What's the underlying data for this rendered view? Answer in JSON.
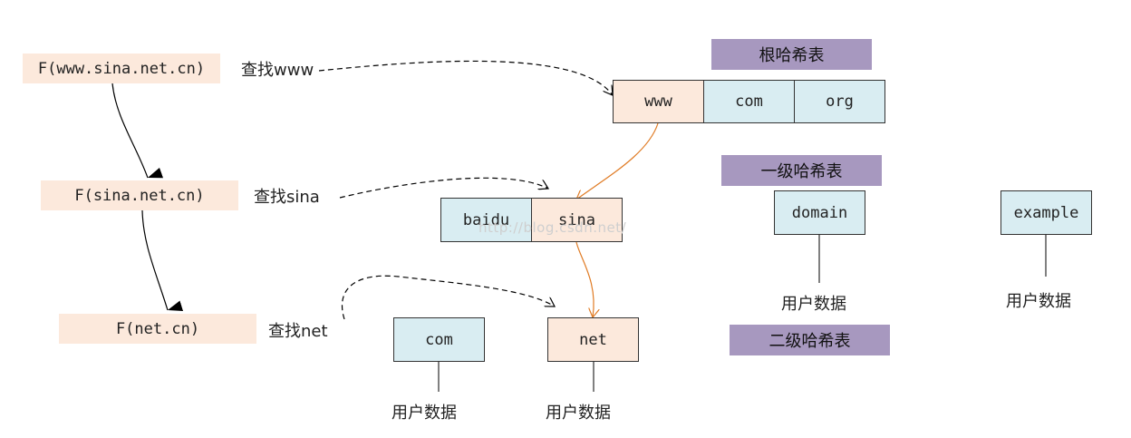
{
  "left_chain": [
    {
      "func": "F(www.sina.net.cn)",
      "lookup": "查找www"
    },
    {
      "func": "F(sina.net.cn)",
      "lookup": "查找sina"
    },
    {
      "func": "F(net.cn)",
      "lookup": "查找net"
    }
  ],
  "root_table": {
    "title": "根哈希表",
    "cells": [
      "www",
      "com",
      "org"
    ]
  },
  "level1_table": {
    "title": "一级哈希表",
    "cells": [
      "baidu",
      "sina"
    ]
  },
  "level2_table": {
    "title": "二级哈希表",
    "cells": [
      "com",
      "net"
    ]
  },
  "legend_nodes": [
    {
      "name": "domain",
      "data_label": "用户数据"
    },
    {
      "name": "example",
      "data_label": "用户数据"
    }
  ],
  "user_data_label": "用户数据",
  "watermark": "http://blog.csdn.net/",
  "colors": {
    "peach": "#fce9dc",
    "light_blue": "#d9edf2",
    "purple": "#a798bf",
    "orange_arrow": "#e07b24"
  }
}
